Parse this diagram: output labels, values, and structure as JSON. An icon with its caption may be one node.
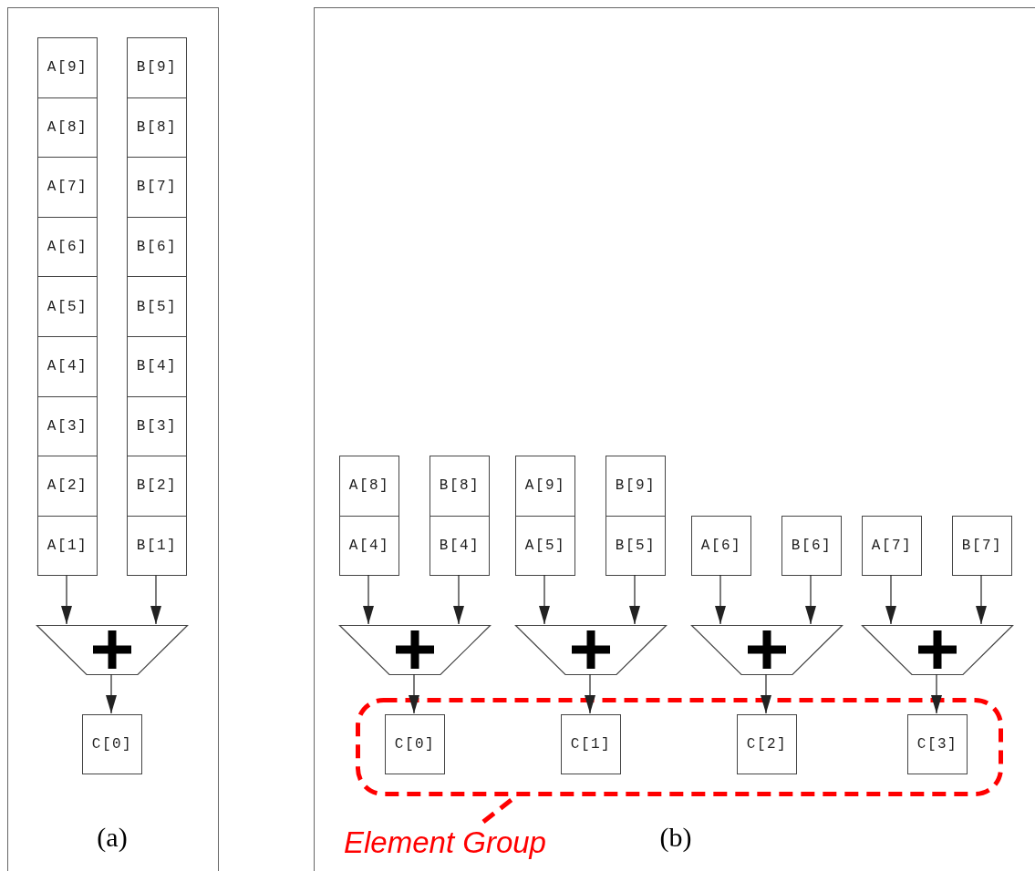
{
  "diagram": {
    "nodes": [
      {
        "text": [
          "(a)"
        ]
      },
      {
        "text": [
          "A[9]"
        ],
        "in": 0
      },
      {
        "text": [
          "A[8]"
        ],
        "in": 0
      },
      {
        "text": [
          "A[7]"
        ],
        "in": 0
      },
      {
        "text": [
          "A[6]"
        ],
        "in": 0
      },
      {
        "text": [
          "A[5]"
        ],
        "in": 0
      },
      {
        "text": [
          "A[4]"
        ],
        "in": 0
      },
      {
        "text": [
          "A[3]"
        ],
        "in": 0
      },
      {
        "text": [
          "A[2]"
        ],
        "in": 0
      },
      {
        "text": [
          "A[1]"
        ],
        "in": 0
      },
      {
        "text": [
          "B[9]"
        ],
        "in": 0
      },
      {
        "text": [
          "B[8]"
        ],
        "in": 0
      },
      {
        "text": [
          "B[7]"
        ],
        "in": 0
      },
      {
        "text": [
          "B[6]"
        ],
        "in": 0
      },
      {
        "text": [
          "B[5]"
        ],
        "in": 0
      },
      {
        "text": [
          "B[4]"
        ],
        "in": 0
      },
      {
        "text": [
          "B[3]"
        ],
        "in": 0
      },
      {
        "text": [
          "B[2]"
        ],
        "in": 0
      },
      {
        "text": [
          "B[1]"
        ],
        "in": 0
      },
      {
        "text": [],
        "shape": "trapezoid",
        "in": 0
      },
      {
        "text": [
          "C[0]"
        ],
        "in": 0
      },
      {
        "text": [
          "(b)"
        ]
      },
      {
        "text": [
          "A[8]"
        ],
        "in": 21
      },
      {
        "text": [
          "B[8]"
        ],
        "in": 21
      },
      {
        "text": [
          "A[9]"
        ],
        "in": 21
      },
      {
        "text": [
          "B[9]"
        ],
        "in": 21
      },
      {
        "text": [
          "A[4]"
        ],
        "in": 21
      },
      {
        "text": [
          "B[4]"
        ],
        "in": 21
      },
      {
        "text": [
          "A[5]"
        ],
        "in": 21
      },
      {
        "text": [
          "B[5]"
        ],
        "in": 21
      },
      {
        "text": [
          "A[6]"
        ],
        "in": 21
      },
      {
        "text": [
          "B[6]"
        ],
        "in": 21
      },
      {
        "text": [
          "A[7]"
        ],
        "in": 21
      },
      {
        "text": [
          "B[7]"
        ],
        "in": 21
      },
      {
        "text": [],
        "shape": "trapezoid",
        "in": 21
      },
      {
        "text": [],
        "shape": "trapezoid",
        "in": 21
      },
      {
        "text": [],
        "shape": "trapezoid",
        "in": 21
      },
      {
        "text": [],
        "shape": "trapezoid",
        "in": 21
      },
      {
        "text": [],
        "shape": "box",
        "in": 21
      },
      {
        "text": [
          "C[0]"
        ],
        "in": 38
      },
      {
        "text": [
          "C[1]"
        ],
        "in": 38
      },
      {
        "text": [
          "C[2]"
        ],
        "in": 38
      },
      {
        "text": [
          "C[3]"
        ],
        "in": 38
      },
      {
        "text": [
          "Element Group"
        ],
        "in": 21
      }
    ],
    "edges": [
      {
        "from": 9,
        "to": 19,
        "arrow": "to"
      },
      {
        "from": 18,
        "to": 19,
        "arrow": "to"
      },
      {
        "from": 19,
        "to": 20,
        "arrow": "to"
      },
      {
        "from": 26,
        "to": 34,
        "arrow": "to"
      },
      {
        "from": 27,
        "to": 34,
        "arrow": "to"
      },
      {
        "from": 28,
        "to": 35,
        "arrow": "to"
      },
      {
        "from": 29,
        "to": 35,
        "arrow": "to"
      },
      {
        "from": 30,
        "to": 36,
        "arrow": "to"
      },
      {
        "from": 31,
        "to": 36,
        "arrow": "to"
      },
      {
        "from": 32,
        "to": 37,
        "arrow": "to"
      },
      {
        "from": 33,
        "to": 37,
        "arrow": "to"
      },
      {
        "from": 34,
        "to": 39,
        "arrow": "to"
      },
      {
        "from": 35,
        "to": 40,
        "arrow": "to"
      },
      {
        "from": 36,
        "to": 41,
        "arrow": "to"
      },
      {
        "from": 37,
        "to": 42,
        "arrow": "to"
      },
      {
        "from": 43,
        "to": 38,
        "arrow": "none",
        "style": "dashed",
        "color": "#ff0000"
      }
    ]
  }
}
